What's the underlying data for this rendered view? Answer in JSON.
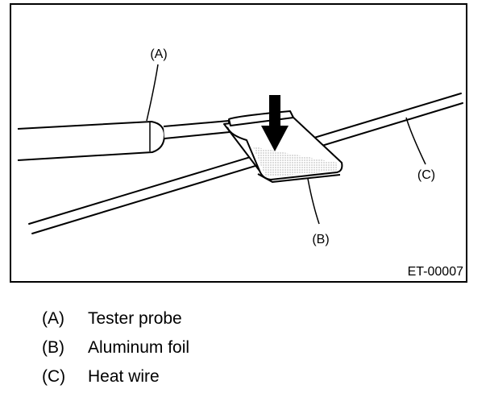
{
  "figure": {
    "code": "ET-00007",
    "callouts": {
      "probe": "(A)",
      "foil": "(B)",
      "wire": "(C)"
    },
    "colors": {
      "line": "#000000",
      "background": "#ffffff",
      "foil_stipple": "#555555"
    }
  },
  "legend": [
    {
      "key": "(A)",
      "label": "Tester probe"
    },
    {
      "key": "(B)",
      "label": "Aluminum foil"
    },
    {
      "key": "(C)",
      "label": "Heat wire"
    }
  ]
}
